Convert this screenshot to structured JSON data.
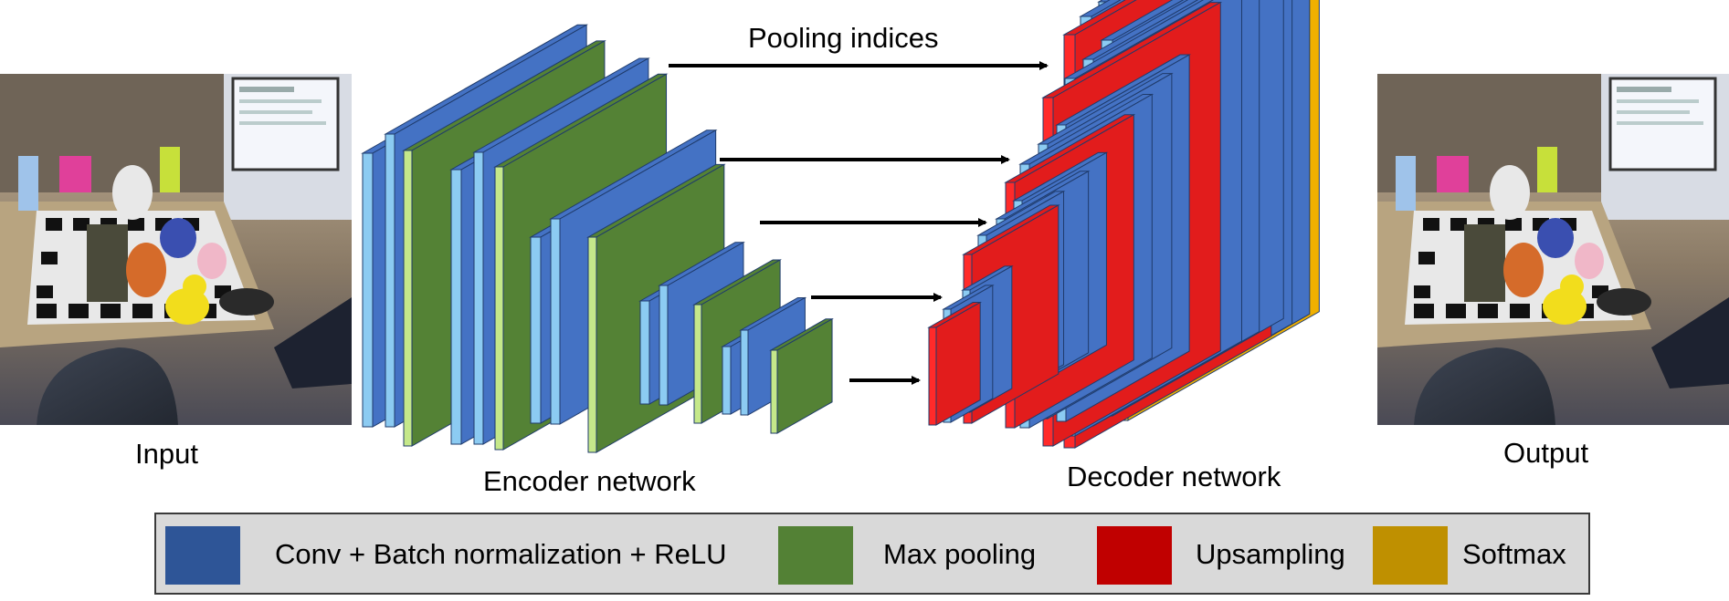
{
  "labels": {
    "input": "Input",
    "output": "Output",
    "encoder": "Encoder network",
    "decoder": "Decoder network",
    "pooling_indices": "Pooling indices"
  },
  "legend": [
    {
      "label": "Conv + Batch normalization + ReLU",
      "color": "#2e5597"
    },
    {
      "label": "Max pooling",
      "color": "#538135"
    },
    {
      "label": "Upsampling",
      "color": "#c00000"
    },
    {
      "label": "Softmax",
      "color": "#bf9000"
    }
  ],
  "colors": {
    "conv_front": "#4472c4",
    "conv_side": "#8ccbf2",
    "pool_front": "#548235",
    "pool_side": "#c5e88a",
    "up_front": "#e21c1c",
    "up_side": "#ff2a2a",
    "softmax_front": "#f0b000",
    "softmax_side": "#ffe040"
  }
}
